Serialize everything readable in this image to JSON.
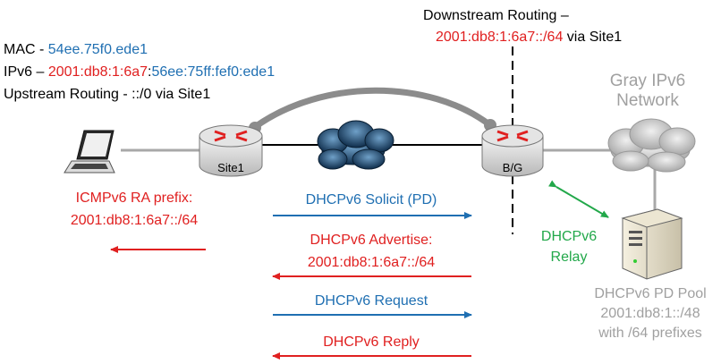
{
  "host": {
    "mac_label": "MAC - ",
    "mac_value": "54ee.75f0.ede1",
    "ipv6_label": "IPv6 – ",
    "ipv6_prefix": "2001:db8:1:6a7",
    "ipv6_sep": ":",
    "ipv6_suffix": "56ee:75ff:fef0:ede1",
    "upstream": "Upstream Routing - ::/0 via Site1"
  },
  "downstream": {
    "title": "Downstream Routing –",
    "prefix": "2001:db8:1:6a7::/64",
    "via": " via Site1"
  },
  "gray_network": {
    "line1": "Gray IPv6",
    "line2": "Network"
  },
  "routers": {
    "site1": "Site1",
    "bg": "B/G"
  },
  "ra": {
    "line1": "ICMPv6 RA prefix:",
    "line2": "2001:db8:1:6a7::/64"
  },
  "messages": {
    "solicit": "DHCPv6 Solicit (PD)",
    "advertise_1": "DHCPv6 Advertise:",
    "advertise_2": "2001:db8:1:6a7::/64",
    "request": "DHCPv6 Request",
    "reply": "DHCPv6 Reply"
  },
  "relay": {
    "line1": "DHCPv6",
    "line2": "Relay"
  },
  "pool": {
    "line1": "DHCPv6 PD Pool",
    "line2": "2001:db8:1::/48",
    "line3": "with /64 prefixes"
  },
  "colors": {
    "blue": "#1f6fb2",
    "red": "#e02020",
    "green": "#22a84a",
    "gray": "#a0a0a0"
  }
}
